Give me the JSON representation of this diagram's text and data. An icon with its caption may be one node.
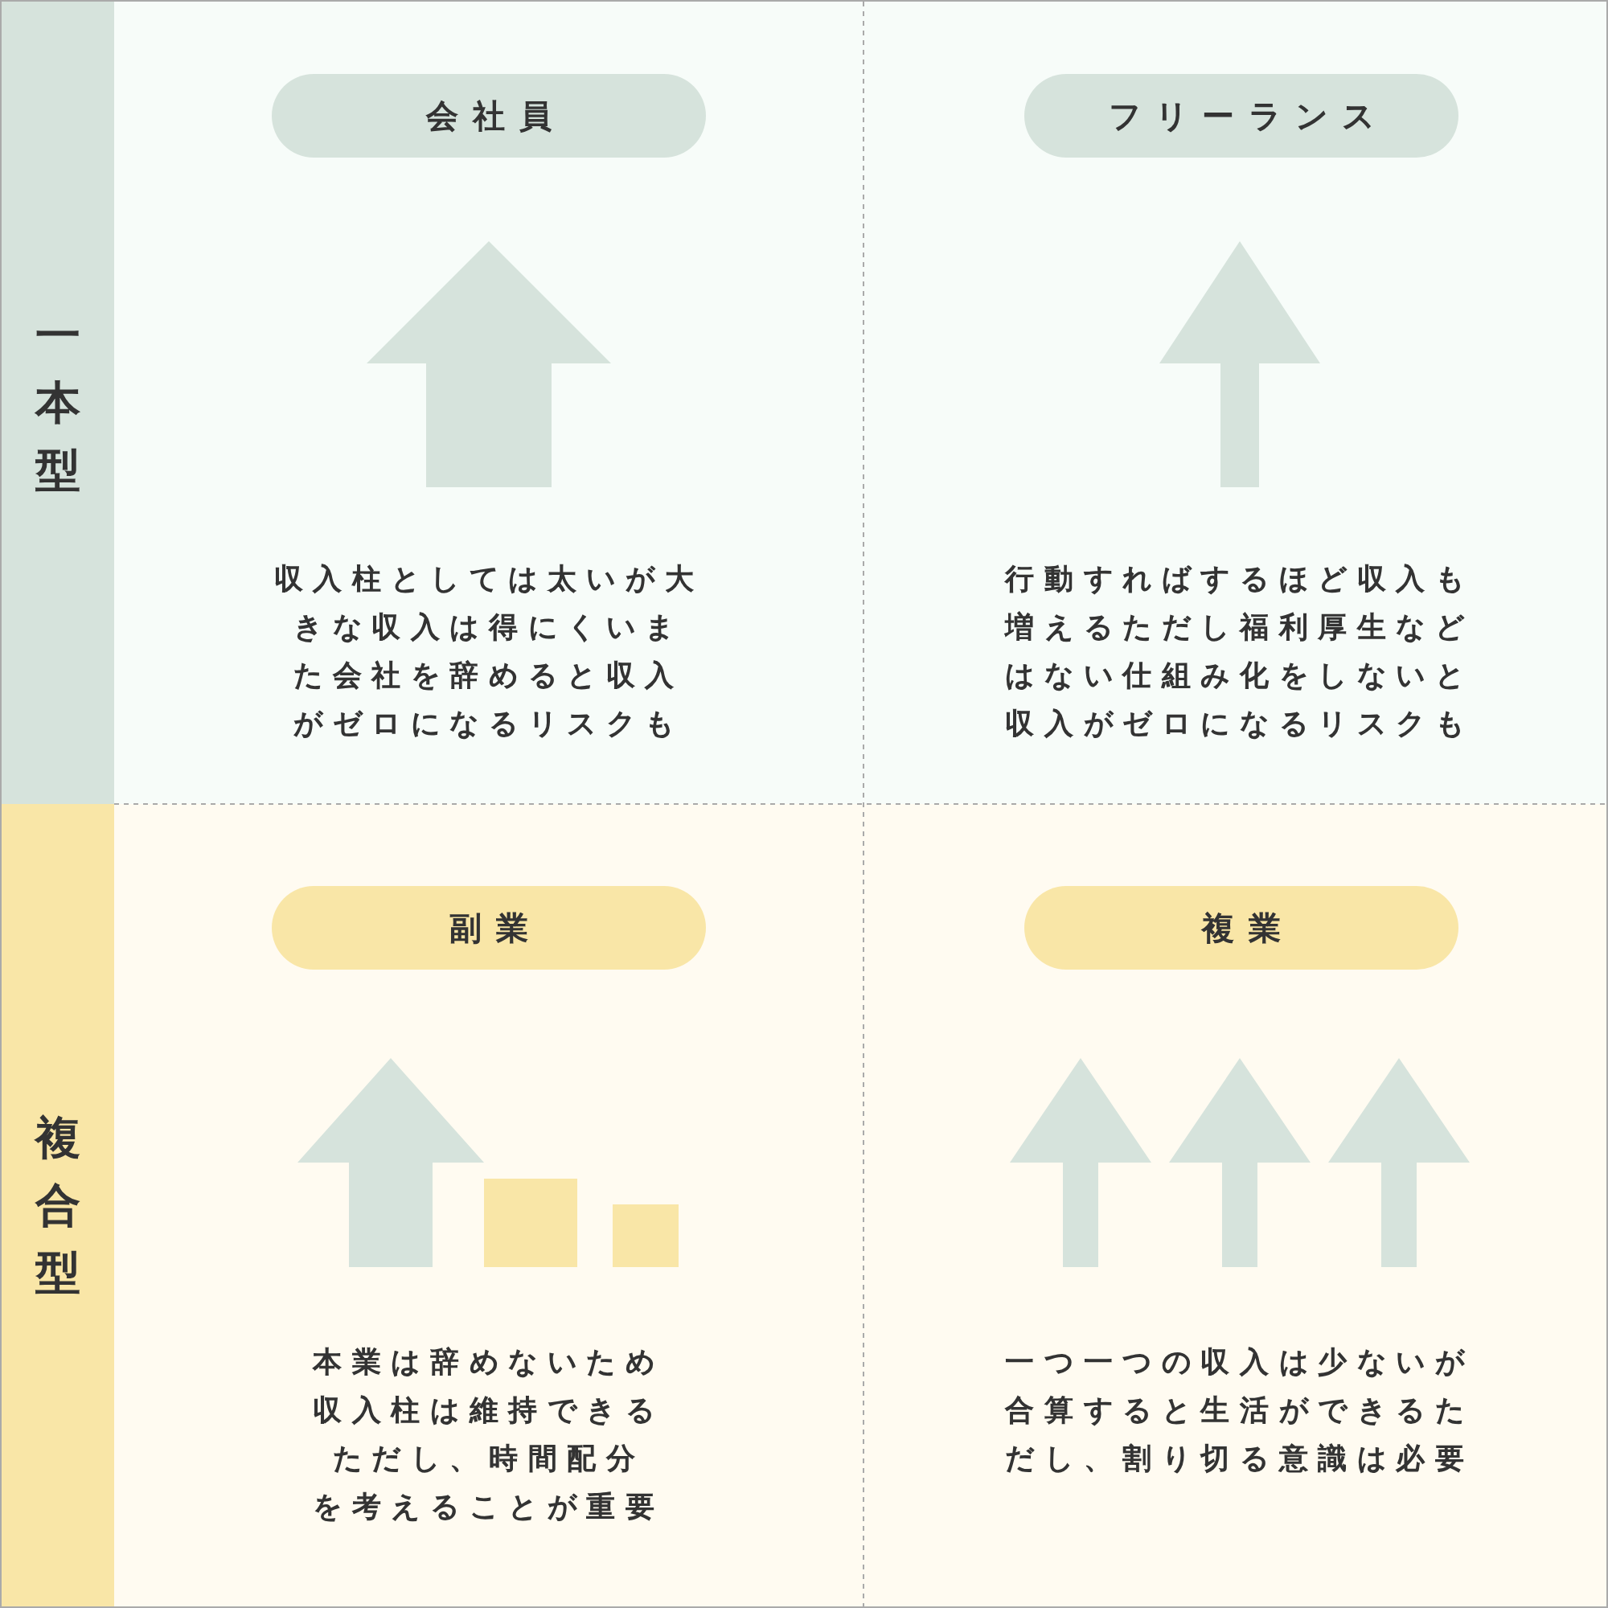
{
  "diagram": {
    "nodes": [
      {
        "text": [
          "一本型"
        ]
      },
      {
        "text": [
          "会社員"
        ]
      },
      {
        "text": [
          "フリーランス"
        ]
      },
      {
        "text": [
          "複合型"
        ]
      },
      {
        "text": [
          "副業"
        ]
      },
      {
        "text": [
          "複業"
        ]
      }
    ],
    "labels": [
      "収入柱としては太いが大きな収入は得にくいまた会社を辞めると収入がゼロになるリスクも",
      "行動すればするほど収入も増えるただし福利厚生などはない仕組み化をしないと収入がゼロになるリスクも",
      "本業は辞めないため収入柱は維持できるただし、時間配分を考えることが重要",
      "一つ一つの収入は少ないが合算すると生活ができるただし、割り切る意識は必要"
    ]
  }
}
